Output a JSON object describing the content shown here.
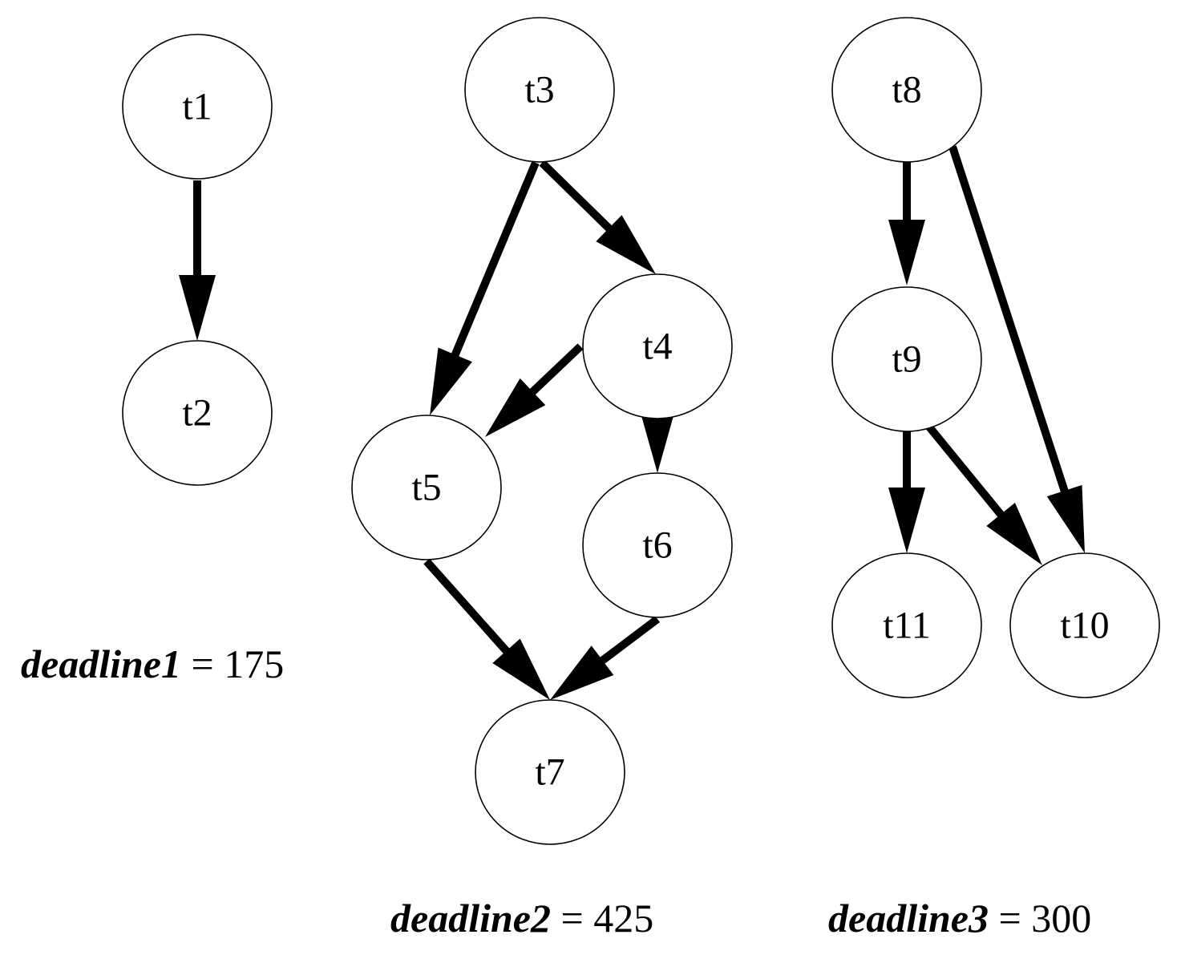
{
  "graphs": [
    {
      "nodes": [
        "t1",
        "t2"
      ],
      "edges": [
        [
          "t1",
          "t2"
        ]
      ],
      "deadline": {
        "name": "deadline1",
        "operator": "=",
        "value": "175"
      }
    },
    {
      "nodes": [
        "t3",
        "t4",
        "t5",
        "t6",
        "t7"
      ],
      "edges": [
        [
          "t3",
          "t5"
        ],
        [
          "t3",
          "t4"
        ],
        [
          "t4",
          "t5"
        ],
        [
          "t4",
          "t6"
        ],
        [
          "t5",
          "t7"
        ],
        [
          "t6",
          "t7"
        ]
      ],
      "deadline": {
        "name": "deadline2",
        "operator": "=",
        "value": "425"
      }
    },
    {
      "nodes": [
        "t8",
        "t9",
        "t10",
        "t11"
      ],
      "edges": [
        [
          "t8",
          "t9"
        ],
        [
          "t8",
          "t10"
        ],
        [
          "t9",
          "t11"
        ],
        [
          "t9",
          "t10"
        ]
      ],
      "deadline": {
        "name": "deadline3",
        "operator": "=",
        "value": "300"
      }
    }
  ]
}
